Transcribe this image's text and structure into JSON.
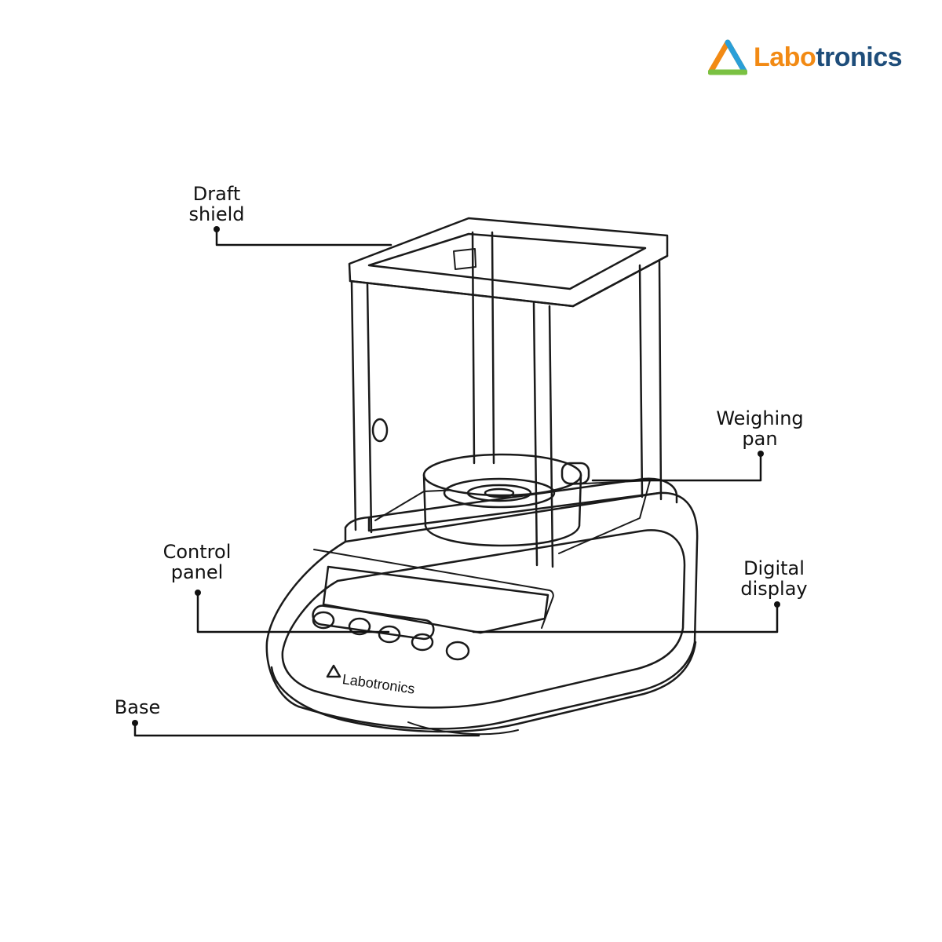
{
  "brand": {
    "logo_part1": "Labo",
    "logo_part2": "tronics",
    "device_brand": "Labotronics",
    "colors": {
      "orange": "#f28a14",
      "navy": "#1e4d7a",
      "green": "#7ac142",
      "blue": "#2a9fd8"
    }
  },
  "labels": {
    "draft_shield": [
      "Draft",
      "shield"
    ],
    "weighing_pan": [
      "Weighing",
      "pan"
    ],
    "control_panel": [
      "Control",
      "panel"
    ],
    "digital_display": [
      "Digital",
      "display"
    ],
    "base": [
      "Base"
    ]
  }
}
